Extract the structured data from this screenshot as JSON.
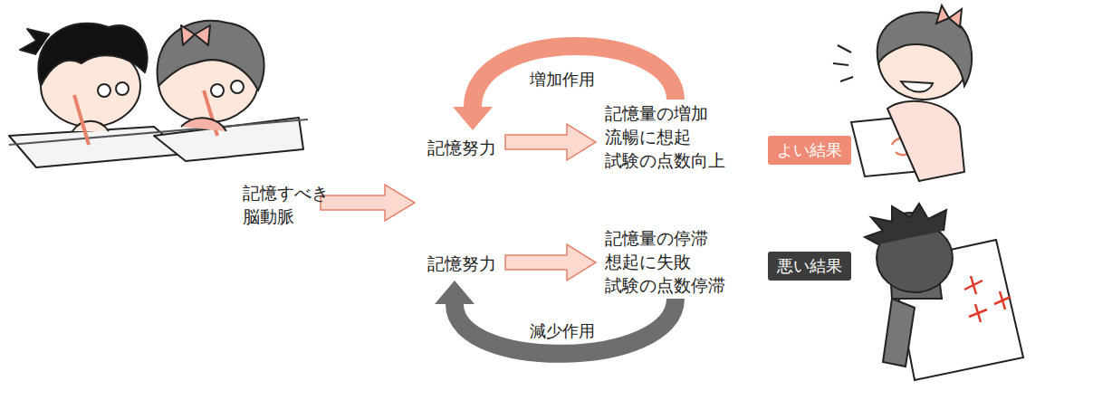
{
  "diagram": {
    "nodes": [
      {
        "text": [
          "記憶すべき 脳動脈"
        ]
      },
      {
        "text": [
          "記憶努力"
        ]
      },
      {
        "text": [
          "記憶量の増加 流暢に想起 試験の点数向上"
        ]
      },
      {
        "text": [
          "よい結果"
        ]
      },
      {
        "text": [
          "記憶努力"
        ]
      },
      {
        "text": [
          "記憶量の停滞 想起に失敗 試験の点数停滞"
        ]
      },
      {
        "text": [
          "悪い結果"
        ]
      }
    ],
    "edges": [
      {
        "from": 1,
        "to": 2,
        "arrow": "to"
      },
      {
        "from": 2,
        "to": 1,
        "label": "増加作用",
        "arrow": "to"
      },
      {
        "from": 4,
        "to": 5,
        "arrow": "to"
      },
      {
        "from": 5,
        "to": 4,
        "label": "減少作用",
        "arrow": "to"
      }
    ]
  }
}
